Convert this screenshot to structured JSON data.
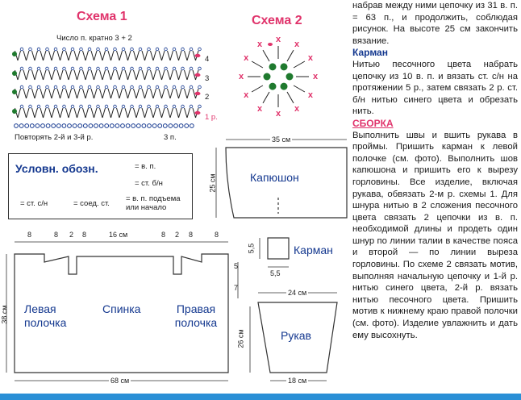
{
  "scheme1": {
    "title": "Схема 1",
    "stitch_count": "Число п. кратно 3 + 2",
    "repeat_note": "Повторять 2-й и 3-й р.",
    "repeat_unit": "3 п.",
    "row_labels": [
      "4",
      "3",
      "2",
      "1 р."
    ]
  },
  "scheme2": {
    "title": "Схема 2"
  },
  "legend": {
    "title": "Условн. обозн.",
    "item_ch": "= в. п.",
    "item_dc": "= ст. б/н",
    "item_tr": "= ст. с/н",
    "item_sl": "= соед. ст.",
    "item_lift": "= в. п. подъема или начало"
  },
  "hood": {
    "label": "Капюшон",
    "width": "35 см",
    "height": "25 см"
  },
  "pocket": {
    "label": "Карман",
    "width": "5,5",
    "height": "5,5"
  },
  "sleeve": {
    "label": "Рукав",
    "top_width": "24 см",
    "bottom_width": "18 см",
    "height": "26 см"
  },
  "body": {
    "label_left": "Левая полочка",
    "label_back": "Спинка",
    "label_right": "Правая полочка",
    "dims_top": [
      "8",
      "8",
      "2",
      "8",
      "16 см",
      "8",
      "2",
      "8",
      "8"
    ],
    "width": "68 см",
    "height": "38 см",
    "dim_neck": "5",
    "dim_arm": "7"
  },
  "text": {
    "p1": "набрав между ними цепочку из 31 в. п. = 63 п., и продолжить, соблюдая рисунок. На высоте 25 см закончить вязание.",
    "h_pocket": "Карман",
    "p2": "Нитью песочного цвета набрать цепочку из 10 в. п. и вязать ст. с/н на протяжении 5 р., затем связать 2 р. ст. б/н нитью синего цвета и обрезать нить.",
    "h_assembly": "СБОРКА",
    "p3": "Выполнить швы и вшить рукава в проймы. Пришить карман к левой полочке (см. фото). Выполнить шов капюшона и пришить его к вырезу горловины. Все изделие, включая рукава, обвязать 2-м р. схемы 1. Для шнура нитью в 2 сложения песочного цвета связать 2 цепочки из в. п. необходимой длины и продеть один шнур по линии талии в качестве пояса и второй — по линии выреза горловины. По схеме 2 связать мотив, выполняя начальную цепочку и 1-й р. нитью синего цвета, 2-й р. вязать нитью песочного цвета. Пришить мотив к нижнему краю правой полочки (см. фото). Изделие увлажнить и дать ему высохнуть."
  },
  "colors": {
    "pink": "#e0336b",
    "blue": "#14388f",
    "green": "#1f7a2e",
    "bar": "#2a8fd6"
  }
}
